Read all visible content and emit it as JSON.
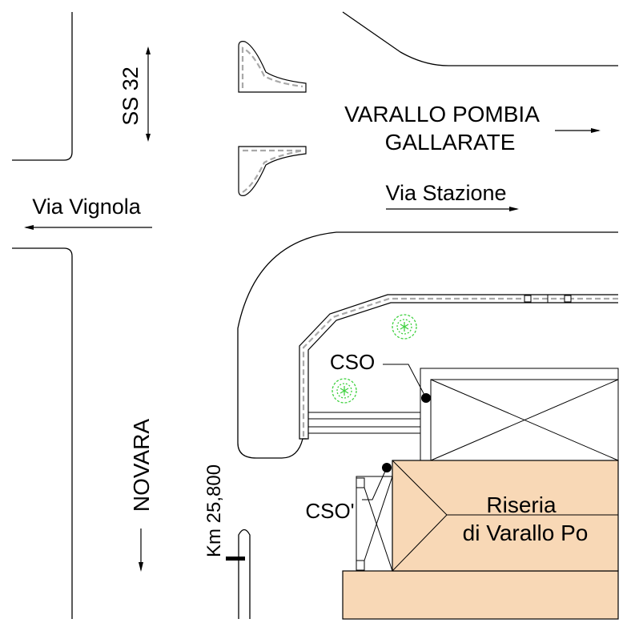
{
  "labels": {
    "ss32": "SS 32",
    "destination_line1": "VARALLO POMBIA",
    "destination_line2": "GALLARATE",
    "via_stazione": "Via Stazione",
    "via_vignola": "Via Vignola",
    "novara": "NOVARA",
    "km_marker": "Km 25,800",
    "cso": "CSO",
    "cso_prime": "CSO'",
    "riseria_line1": "Riseria",
    "riseria_line2": "di Varallo Po"
  },
  "colors": {
    "building_fill": "#f8d8b6",
    "tree_stroke": "#3fd13f",
    "kerb_dash": "#a9a9a9",
    "line": "#000000"
  },
  "icons": [
    "tree-icon",
    "arrow-right-icon",
    "arrow-left-icon",
    "arrow-up-down-icon",
    "arrow-down-icon",
    "cso-point-icon"
  ]
}
